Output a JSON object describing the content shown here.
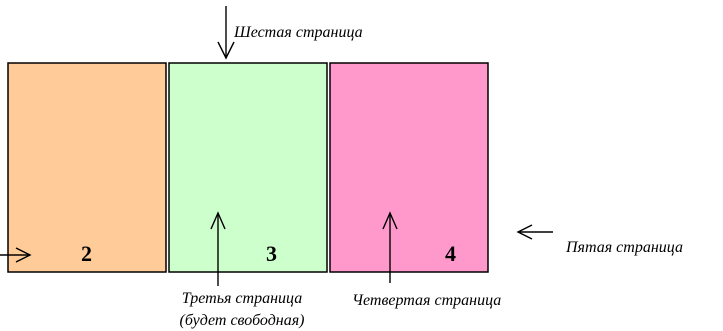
{
  "pages": [
    {
      "number": "2",
      "color": "#FFCC99"
    },
    {
      "number": "3",
      "color": "#CCFFCC"
    },
    {
      "number": "4",
      "color": "#FF99CC"
    }
  ],
  "labels": {
    "sixth": "Шестая страница",
    "fifth": "Пятая страница",
    "third_line1": "Третья страница",
    "third_line2": "(будет свободная)",
    "fourth": "Четвертая страница"
  },
  "arrow_icons": {
    "sixth": "arrow-down-icon",
    "fifth": "arrow-left-icon",
    "third": "arrow-up-icon",
    "fourth": "arrow-up-icon",
    "edge": "arrow-right-icon"
  }
}
